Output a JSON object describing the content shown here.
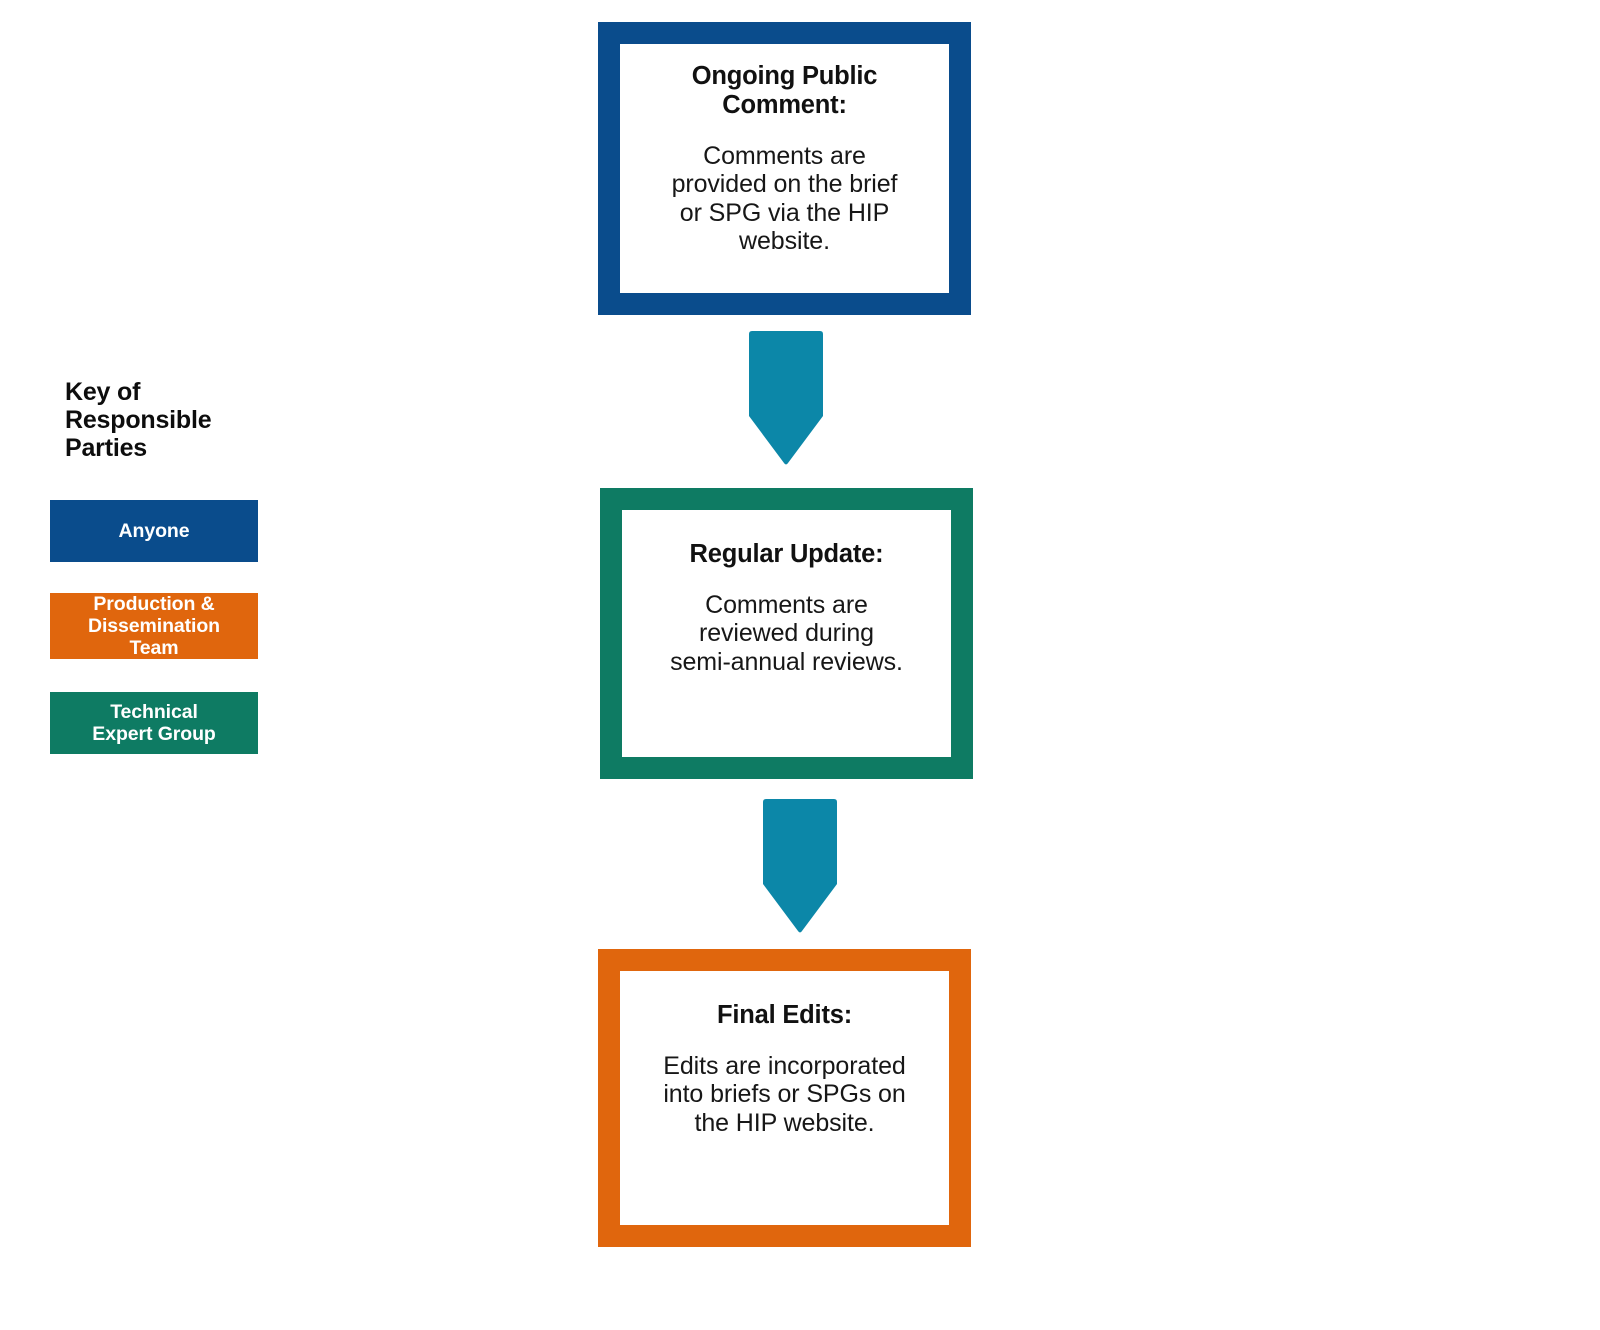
{
  "legend": {
    "title": "Key of\nResponsible\nParties",
    "items": [
      {
        "label": "Anyone",
        "color": "#0a4c8c",
        "name": "anyone"
      },
      {
        "label": "Production &\nDissemination\nTeam",
        "color": "#e0660d",
        "name": "production-dissemination-team"
      },
      {
        "label": "Technical\nExpert Group",
        "color": "#0e7b63",
        "name": "technical-expert-group"
      }
    ]
  },
  "flow": {
    "arrow_color": "#0c87a8",
    "nodes": [
      {
        "id": "ongoing-public-comment",
        "heading": "Ongoing Public\nComment:",
        "body": "Comments are\nprovided on the brief\nor SPG via the HIP\nwebsite.",
        "border_color": "#0a4c8c",
        "responsible_party": "Anyone"
      },
      {
        "id": "regular-update",
        "heading": "Regular Update:",
        "body": "Comments are\nreviewed during\nsemi-annual reviews.",
        "border_color": "#0e7b63",
        "responsible_party": "Technical Expert Group"
      },
      {
        "id": "final-edits",
        "heading": "Final Edits:",
        "body": "Edits are incorporated\ninto briefs or SPGs on\nthe HIP website.",
        "border_color": "#e0660d",
        "responsible_party": "Production & Dissemination Team"
      }
    ],
    "connectors": [
      {
        "from": "ongoing-public-comment",
        "to": "regular-update",
        "shape": "down-arrow"
      },
      {
        "from": "regular-update",
        "to": "final-edits",
        "shape": "down-arrow"
      }
    ]
  }
}
